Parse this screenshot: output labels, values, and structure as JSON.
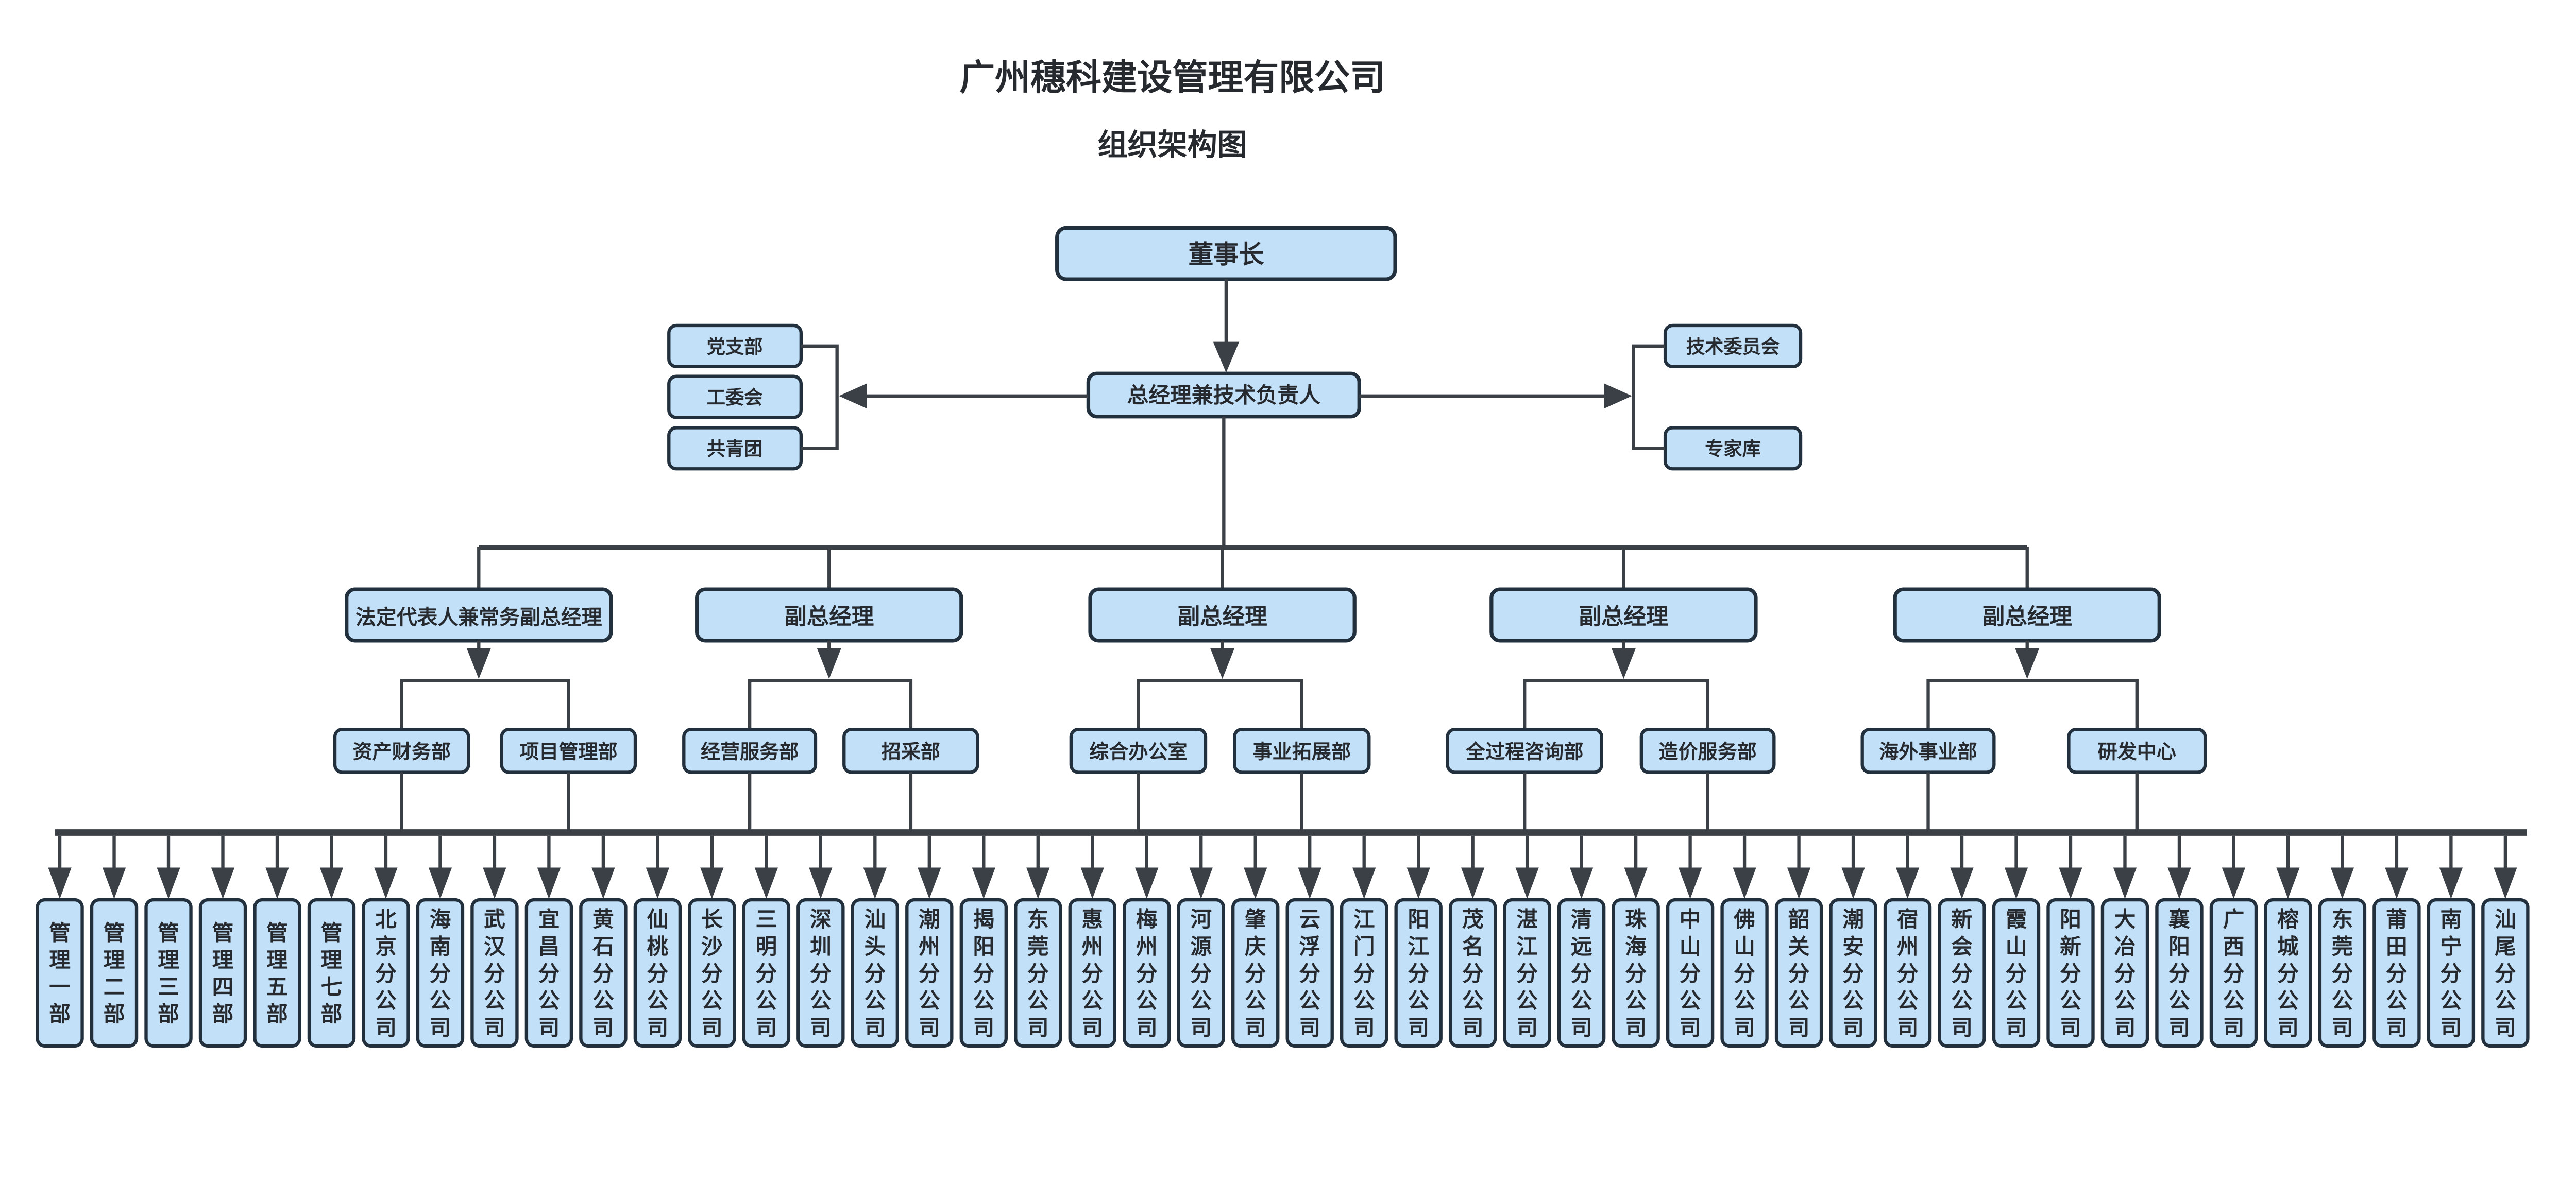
{
  "colors": {
    "box_fill": "#C2E0F8",
    "box_border": "#22303E",
    "line": "#3A4046",
    "text": "#26292E",
    "background": "#ffffff"
  },
  "org": {
    "title": "广州穗科建设管理有限公司",
    "subtitle": "组织架构图",
    "chairman": "董事长",
    "general_manager": "总经理兼技术负责人",
    "party_groups": [
      "党支部",
      "工委会",
      "共青团"
    ],
    "advisory_groups": [
      "技术委员会",
      "专家库"
    ],
    "executives": [
      "法定代表人兼常务副总经理",
      "副总经理",
      "副总经理",
      "副总经理",
      "副总经理"
    ],
    "departments": [
      [
        "资产财务部",
        "项目管理部"
      ],
      [
        "经营服务部",
        "招采部"
      ],
      [
        "综合办公室",
        "事业拓展部"
      ],
      [
        "全过程咨询部",
        "造价服务部"
      ],
      [
        "海外事业部",
        "研发中心"
      ]
    ],
    "branches": [
      "管理一部",
      "管理二部",
      "管理三部",
      "管理四部",
      "管理五部",
      "管理七部",
      "北京分公司",
      "海南分公司",
      "武汉分公司",
      "宜昌分公司",
      "黄石分公司",
      "仙桃分公司",
      "长沙分公司",
      "三明分公司",
      "深圳分公司",
      "汕头分公司",
      "潮州分公司",
      "揭阳分公司",
      "东莞分公司",
      "惠州分公司",
      "梅州分公司",
      "河源分公司",
      "肇庆分公司",
      "云浮分公司",
      "江门分公司",
      "阳江分公司",
      "茂名分公司",
      "湛江分公司",
      "清远分公司",
      "珠海分公司",
      "中山分公司",
      "佛山分公司",
      "韶关分公司",
      "潮安分公司",
      "宿州分公司",
      "新会分公司",
      "霞山分公司",
      "阳新分公司",
      "大冶分公司",
      "襄阳分公司",
      "广西分公司",
      "榕城分公司",
      "东莞分公司",
      "莆田分公司",
      "南宁分公司",
      "汕尾分公司"
    ]
  }
}
